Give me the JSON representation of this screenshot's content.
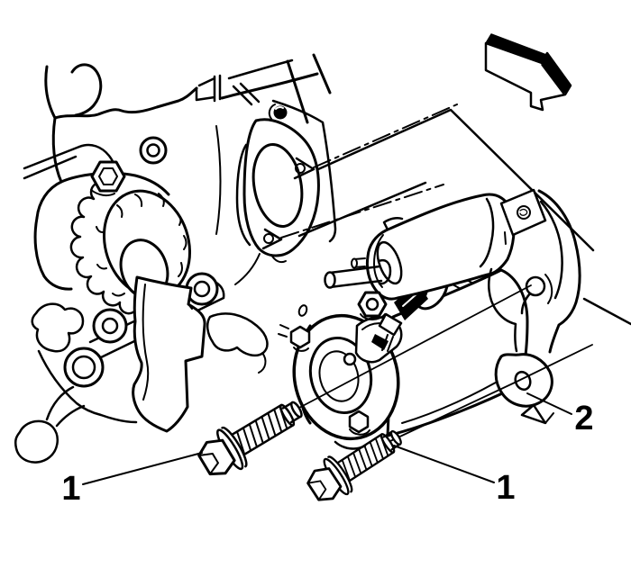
{
  "diagram": {
    "background": "#ffffff",
    "line_color": "#000000",
    "callouts": [
      {
        "label": "1"
      },
      {
        "label": "1"
      },
      {
        "label": "2"
      }
    ],
    "icons": [
      {
        "name": "direction-arrow-icon"
      }
    ]
  }
}
